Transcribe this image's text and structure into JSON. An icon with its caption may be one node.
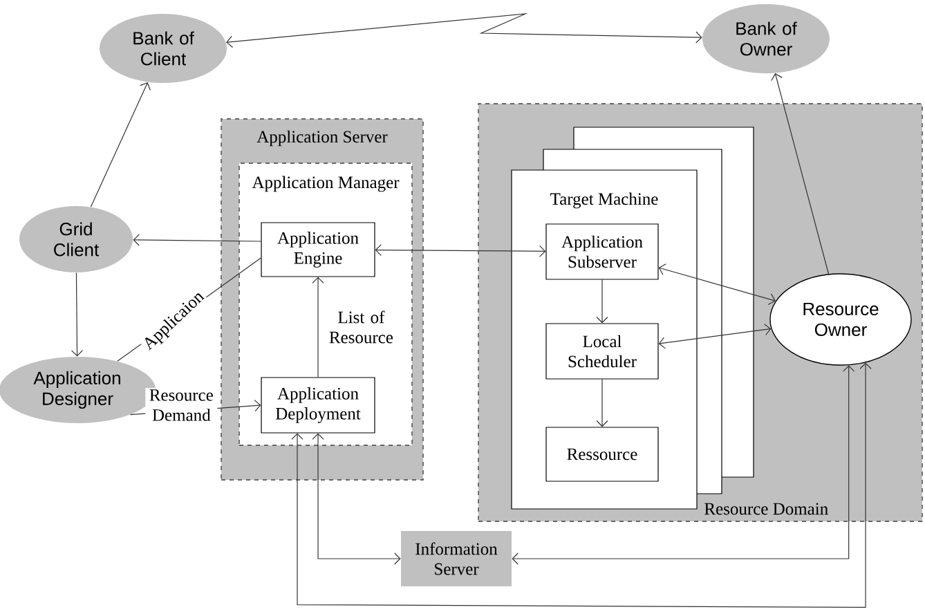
{
  "diagram": {
    "nodes": [
      {
        "text": [
          "Bank of Client"
        ]
      },
      {
        "text": [
          "Bank of Owner"
        ]
      },
      {
        "text": [
          "Grid Client"
        ]
      },
      {
        "text": [
          "Application Designer"
        ]
      },
      {
        "text": [
          "Application Server"
        ]
      },
      {
        "text": [
          "Application Manager"
        ],
        "in": 4
      },
      {
        "text": [
          "Application Engine"
        ],
        "in": 5
      },
      {
        "text": [
          "Application Deployment"
        ],
        "in": 5
      },
      {
        "text": [
          "Resource Domain"
        ]
      },
      {
        "text": [
          "Target Machine"
        ],
        "in": 8
      },
      {
        "text": [
          "Application Subserver"
        ],
        "in": 9
      },
      {
        "text": [
          "Local Scheduler"
        ],
        "in": 9
      },
      {
        "text": [
          "Ressource"
        ],
        "in": 9
      },
      {
        "text": [
          "Resource Owner"
        ],
        "in": 8
      },
      {
        "text": [
          "Information Server"
        ]
      }
    ],
    "edges": [
      {
        "from": 2,
        "to": 0,
        "arrow": "to"
      },
      {
        "from": 0,
        "to": 1,
        "arrow": "both"
      },
      {
        "from": 13,
        "to": 1,
        "arrow": "to"
      },
      {
        "from": 6,
        "to": 2,
        "arrow": "to"
      },
      {
        "from": 2,
        "to": 3,
        "arrow": "to"
      },
      {
        "from": 3,
        "to": 6,
        "arrow": "none",
        "label": "Applicaion"
      },
      {
        "from": 3,
        "to": 7,
        "arrow": "to",
        "label": "Resource Demand"
      },
      {
        "from": 7,
        "to": 6,
        "arrow": "to",
        "label": "List of Resource"
      },
      {
        "from": 6,
        "to": 10,
        "arrow": "both"
      },
      {
        "from": 10,
        "to": 11,
        "arrow": "to"
      },
      {
        "from": 11,
        "to": 12,
        "arrow": "to"
      },
      {
        "from": 13,
        "to": 10,
        "arrow": "both"
      },
      {
        "from": 13,
        "to": 11,
        "arrow": "both"
      },
      {
        "from": 7,
        "to": 14,
        "arrow": "both"
      },
      {
        "from": 14,
        "to": 13,
        "arrow": "both"
      },
      {
        "from": 7,
        "to": 13,
        "arrow": "both"
      }
    ]
  }
}
